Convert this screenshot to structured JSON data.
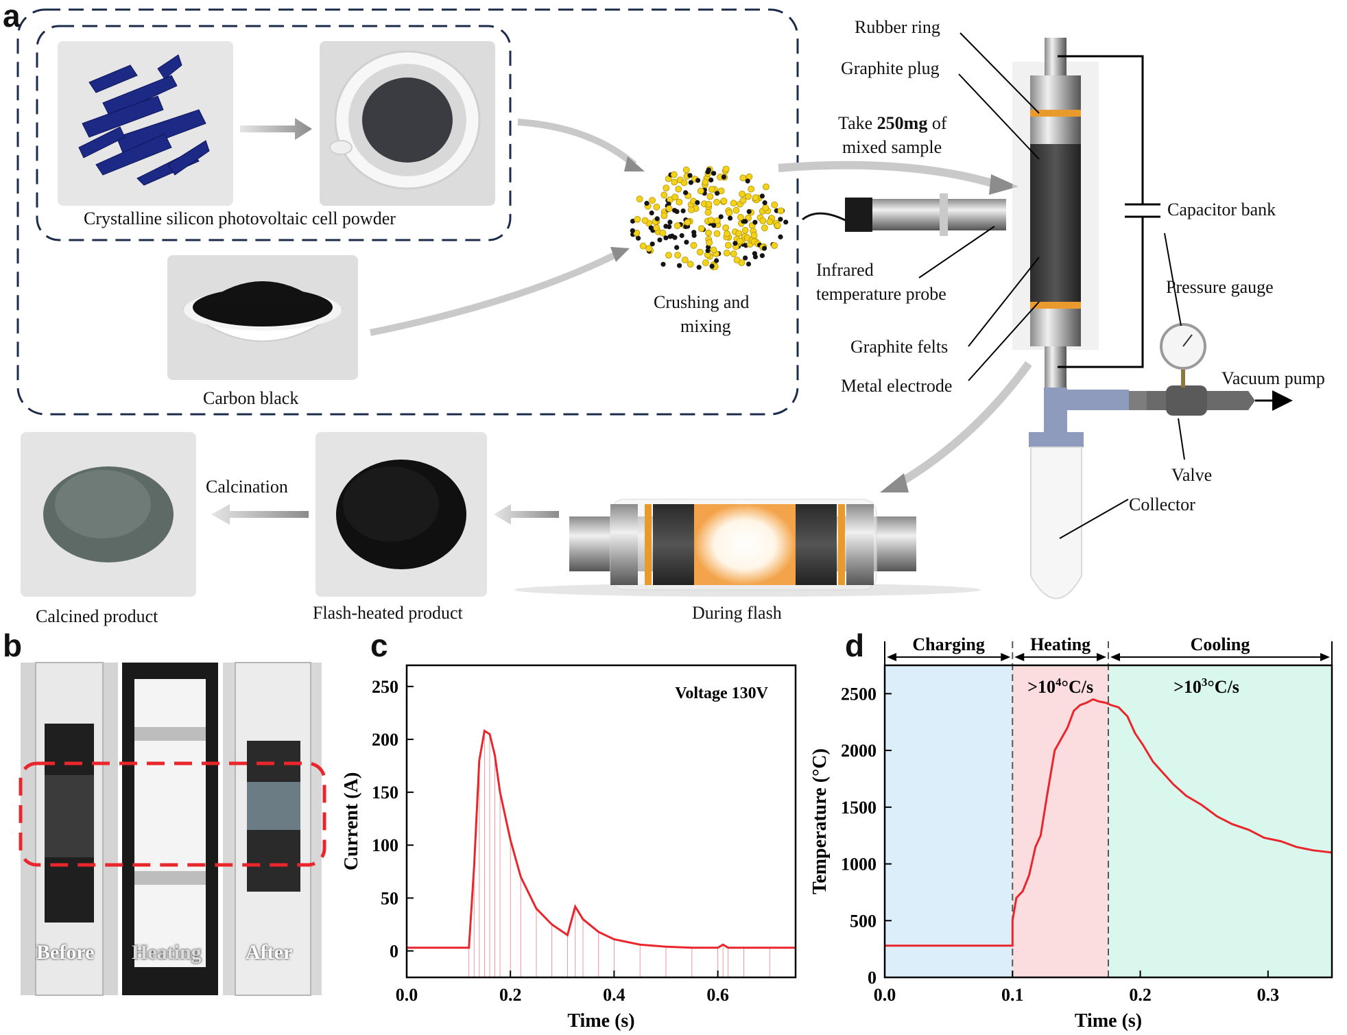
{
  "panels": {
    "a": "a",
    "b": "b",
    "c": "c",
    "d": "d"
  },
  "panel_a": {
    "cell_powder_label": "Crystalline silicon photovoltaic cell powder",
    "carbon_black_label": "Carbon black",
    "crushing_label_1": "Crushing and",
    "crushing_label_2": "mixing",
    "take_prefix": "Take ",
    "take_amount": "250mg",
    "take_suffix": " of",
    "take_line2": "mixed sample",
    "probe_line1": "Infrared",
    "probe_line2": "temperature probe",
    "rubber_ring": "Rubber ring",
    "graphite_plug": "Graphite plug",
    "capacitor_bank": "Capacitor bank",
    "pressure_gauge": "Pressure gauge",
    "graphite_felts": "Graphite felts",
    "metal_electrode": "Metal electrode",
    "vacuum_pump": "Vacuum pump",
    "valve": "Valve",
    "collector": "Collector",
    "calcination": "Calcination",
    "calcined_product": "Calcined product",
    "flash_heated_product": "Flash-heated product",
    "during_flash": "During flash"
  },
  "panel_b": {
    "before": "Before",
    "heating": "Heating",
    "after": "After"
  },
  "colors": {
    "red": "#e8262c",
    "charging_bg": "#ddeefb",
    "heating_bg": "#fbdde0",
    "cooling_bg": "#d9f7ec",
    "frame": "#1c2b4a"
  },
  "chart_data": [
    {
      "type": "line",
      "panel": "c",
      "title": "",
      "annotation": "Voltage 130V",
      "xlabel": "Time (s)",
      "ylabel": "Current (A)",
      "xlim": [
        0,
        0.75
      ],
      "ylim": [
        -25,
        270
      ],
      "xticks": [
        "0.0",
        "0.2",
        "0.4",
        "0.6"
      ],
      "yticks": [
        "0",
        "50",
        "100",
        "150",
        "200",
        "250"
      ],
      "series": [
        {
          "x": [
            0.0,
            0.12,
            0.13,
            0.14,
            0.15,
            0.16,
            0.17,
            0.18,
            0.2,
            0.22,
            0.25,
            0.28,
            0.31,
            0.325,
            0.34,
            0.37,
            0.4,
            0.45,
            0.5,
            0.55,
            0.6,
            0.61,
            0.62,
            0.65,
            0.7,
            0.75
          ],
          "values": [
            3,
            3,
            80,
            180,
            208,
            205,
            185,
            150,
            105,
            70,
            40,
            25,
            15,
            42,
            30,
            18,
            11,
            6,
            4,
            3,
            3,
            6,
            3,
            3,
            3,
            3
          ]
        }
      ]
    },
    {
      "type": "line",
      "panel": "d",
      "title": "",
      "xlabel": "Time (s)",
      "ylabel": "Temperature (°C)",
      "xlim": [
        0,
        0.35
      ],
      "ylim": [
        0,
        2750
      ],
      "xticks": [
        "0.0",
        "0.1",
        "0.2",
        "0.3"
      ],
      "yticks": [
        "0",
        "500",
        "1000",
        "1500",
        "2000",
        "2500"
      ],
      "regions": [
        {
          "name": "Charging",
          "x": [
            0,
            0.1
          ],
          "rate": ""
        },
        {
          "name": "Heating",
          "x": [
            0.1,
            0.175
          ],
          "rate_prefix": ">10",
          "rate_exp": "4",
          "rate_suffix": "°C/s"
        },
        {
          "name": "Cooling",
          "x": [
            0.175,
            0.35
          ],
          "rate_prefix": ">10",
          "rate_exp": "3",
          "rate_suffix": "°C/s"
        }
      ],
      "series": [
        {
          "x": [
            0.0,
            0.1,
            0.1,
            0.103,
            0.108,
            0.113,
            0.118,
            0.122,
            0.127,
            0.133,
            0.138,
            0.143,
            0.148,
            0.153,
            0.158,
            0.163,
            0.168,
            0.173,
            0.177,
            0.183,
            0.19,
            0.196,
            0.202,
            0.21,
            0.218,
            0.226,
            0.236,
            0.248,
            0.26,
            0.272,
            0.285,
            0.297,
            0.31,
            0.322,
            0.335,
            0.35
          ],
          "values": [
            280,
            280,
            500,
            700,
            760,
            900,
            1150,
            1250,
            1600,
            2000,
            2100,
            2200,
            2350,
            2400,
            2420,
            2450,
            2430,
            2420,
            2400,
            2380,
            2300,
            2150,
            2050,
            1900,
            1800,
            1700,
            1600,
            1520,
            1420,
            1350,
            1300,
            1230,
            1200,
            1150,
            1120,
            1100
          ]
        }
      ]
    }
  ]
}
